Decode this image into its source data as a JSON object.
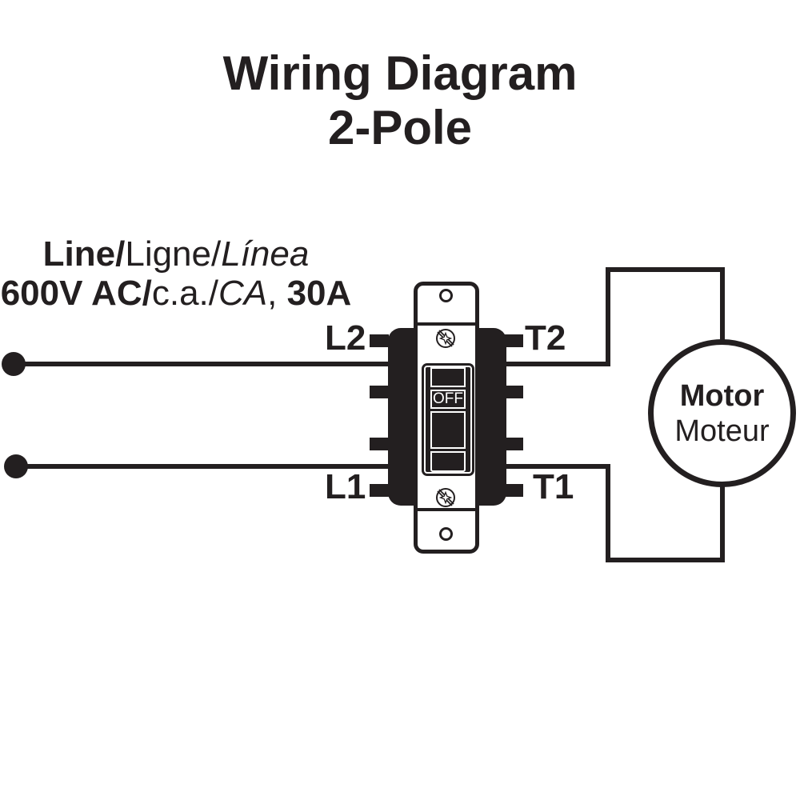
{
  "title": {
    "line1": "Wiring Diagram",
    "line2": "2-Pole"
  },
  "line_label": {
    "segments": [
      "Line/",
      "Ligne/",
      "Línea"
    ]
  },
  "rating_label": {
    "segments": [
      "600V AC/",
      "c.a./",
      "CA",
      ", ",
      "30A"
    ]
  },
  "switch": {
    "off_label": "OFF",
    "terminals": {
      "l2": "L2",
      "l1": "L1",
      "t2": "T2",
      "t1": "T1"
    }
  },
  "motor": {
    "label_en": "Motor",
    "label_fr": "Moteur"
  },
  "colors": {
    "ink": "#231f20",
    "paper": "#ffffff"
  }
}
